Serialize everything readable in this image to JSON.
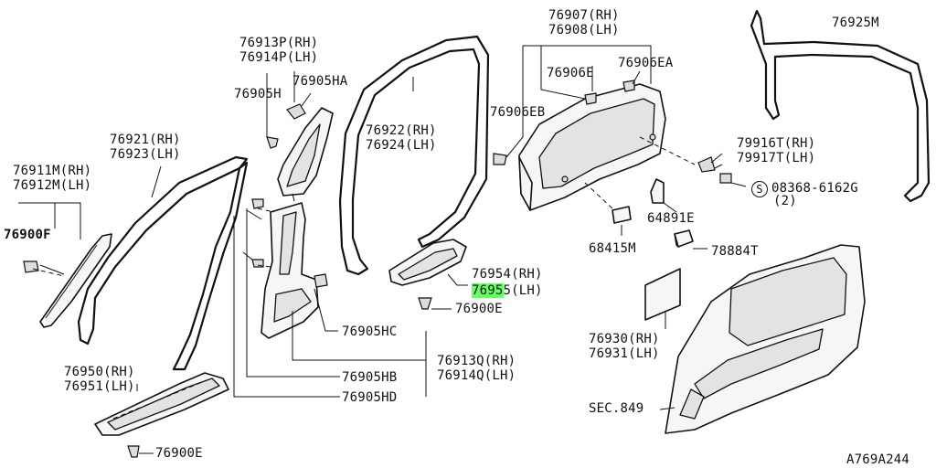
{
  "labels": {
    "l76907": "76907(RH)",
    "l76908": "76908(LH)",
    "l76925M": "76925M",
    "l76913P": "76913P(RH)",
    "l76914P": "76914P(LH)",
    "l76906E": "76906E",
    "l76906EA": "76906EA",
    "l76905HA": "76905HA",
    "l76905H": "76905H",
    "l76922": "76922(RH)",
    "l76924": "76924(LH)",
    "l76906EB": "76906EB",
    "l76921": "76921(RH)",
    "l76923": "76923(LH)",
    "l79916T": "79916T(RH)",
    "l79917T": "79917T(LH)",
    "l76911M": "76911M(RH)",
    "l76912M": "76912M(LH)",
    "l08368_prefix": "S",
    "l08368": "08368-6162G",
    "l08368_qty": "(2)",
    "l64891E": "64891E",
    "l76900F": "76900F",
    "l68415M": "68415M",
    "l78884T": "78884T",
    "l76954": "76954(RH)",
    "l76955_hl": "7695",
    "l76955_rest": "5(LH)",
    "l76900E_a": "76900E",
    "l76930": "76930(RH)",
    "l76931": "76931(LH)",
    "l76905HC": "76905HC",
    "l76913Q": "76913Q(RH)",
    "l76914Q": "76914Q(LH)",
    "l76950": "76950(RH)",
    "l76951": "76951(LH)",
    "l76905HB": "76905HB",
    "l76905HD": "76905HD",
    "lSEC": "SEC.849",
    "l76900E_b": "76900E",
    "lDiagramId": "A769A244"
  },
  "colors": {
    "highlight": "#66ff66",
    "ink": "#111111"
  }
}
